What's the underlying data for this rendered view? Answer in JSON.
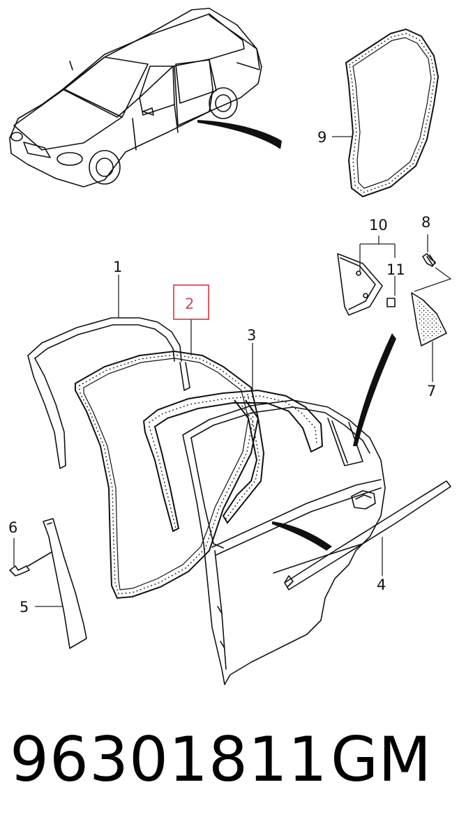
{
  "callouts": {
    "c1": "1",
    "c2": "2",
    "c3": "3",
    "c4": "4",
    "c5": "5",
    "c6": "6",
    "c7": "7",
    "c8": "8",
    "c9": "9",
    "c10": "10",
    "c11": "11"
  },
  "highlight": {
    "callout": "2",
    "color": "#e0303a"
  },
  "footer": {
    "part_number": "96301811",
    "brand": "GM"
  }
}
